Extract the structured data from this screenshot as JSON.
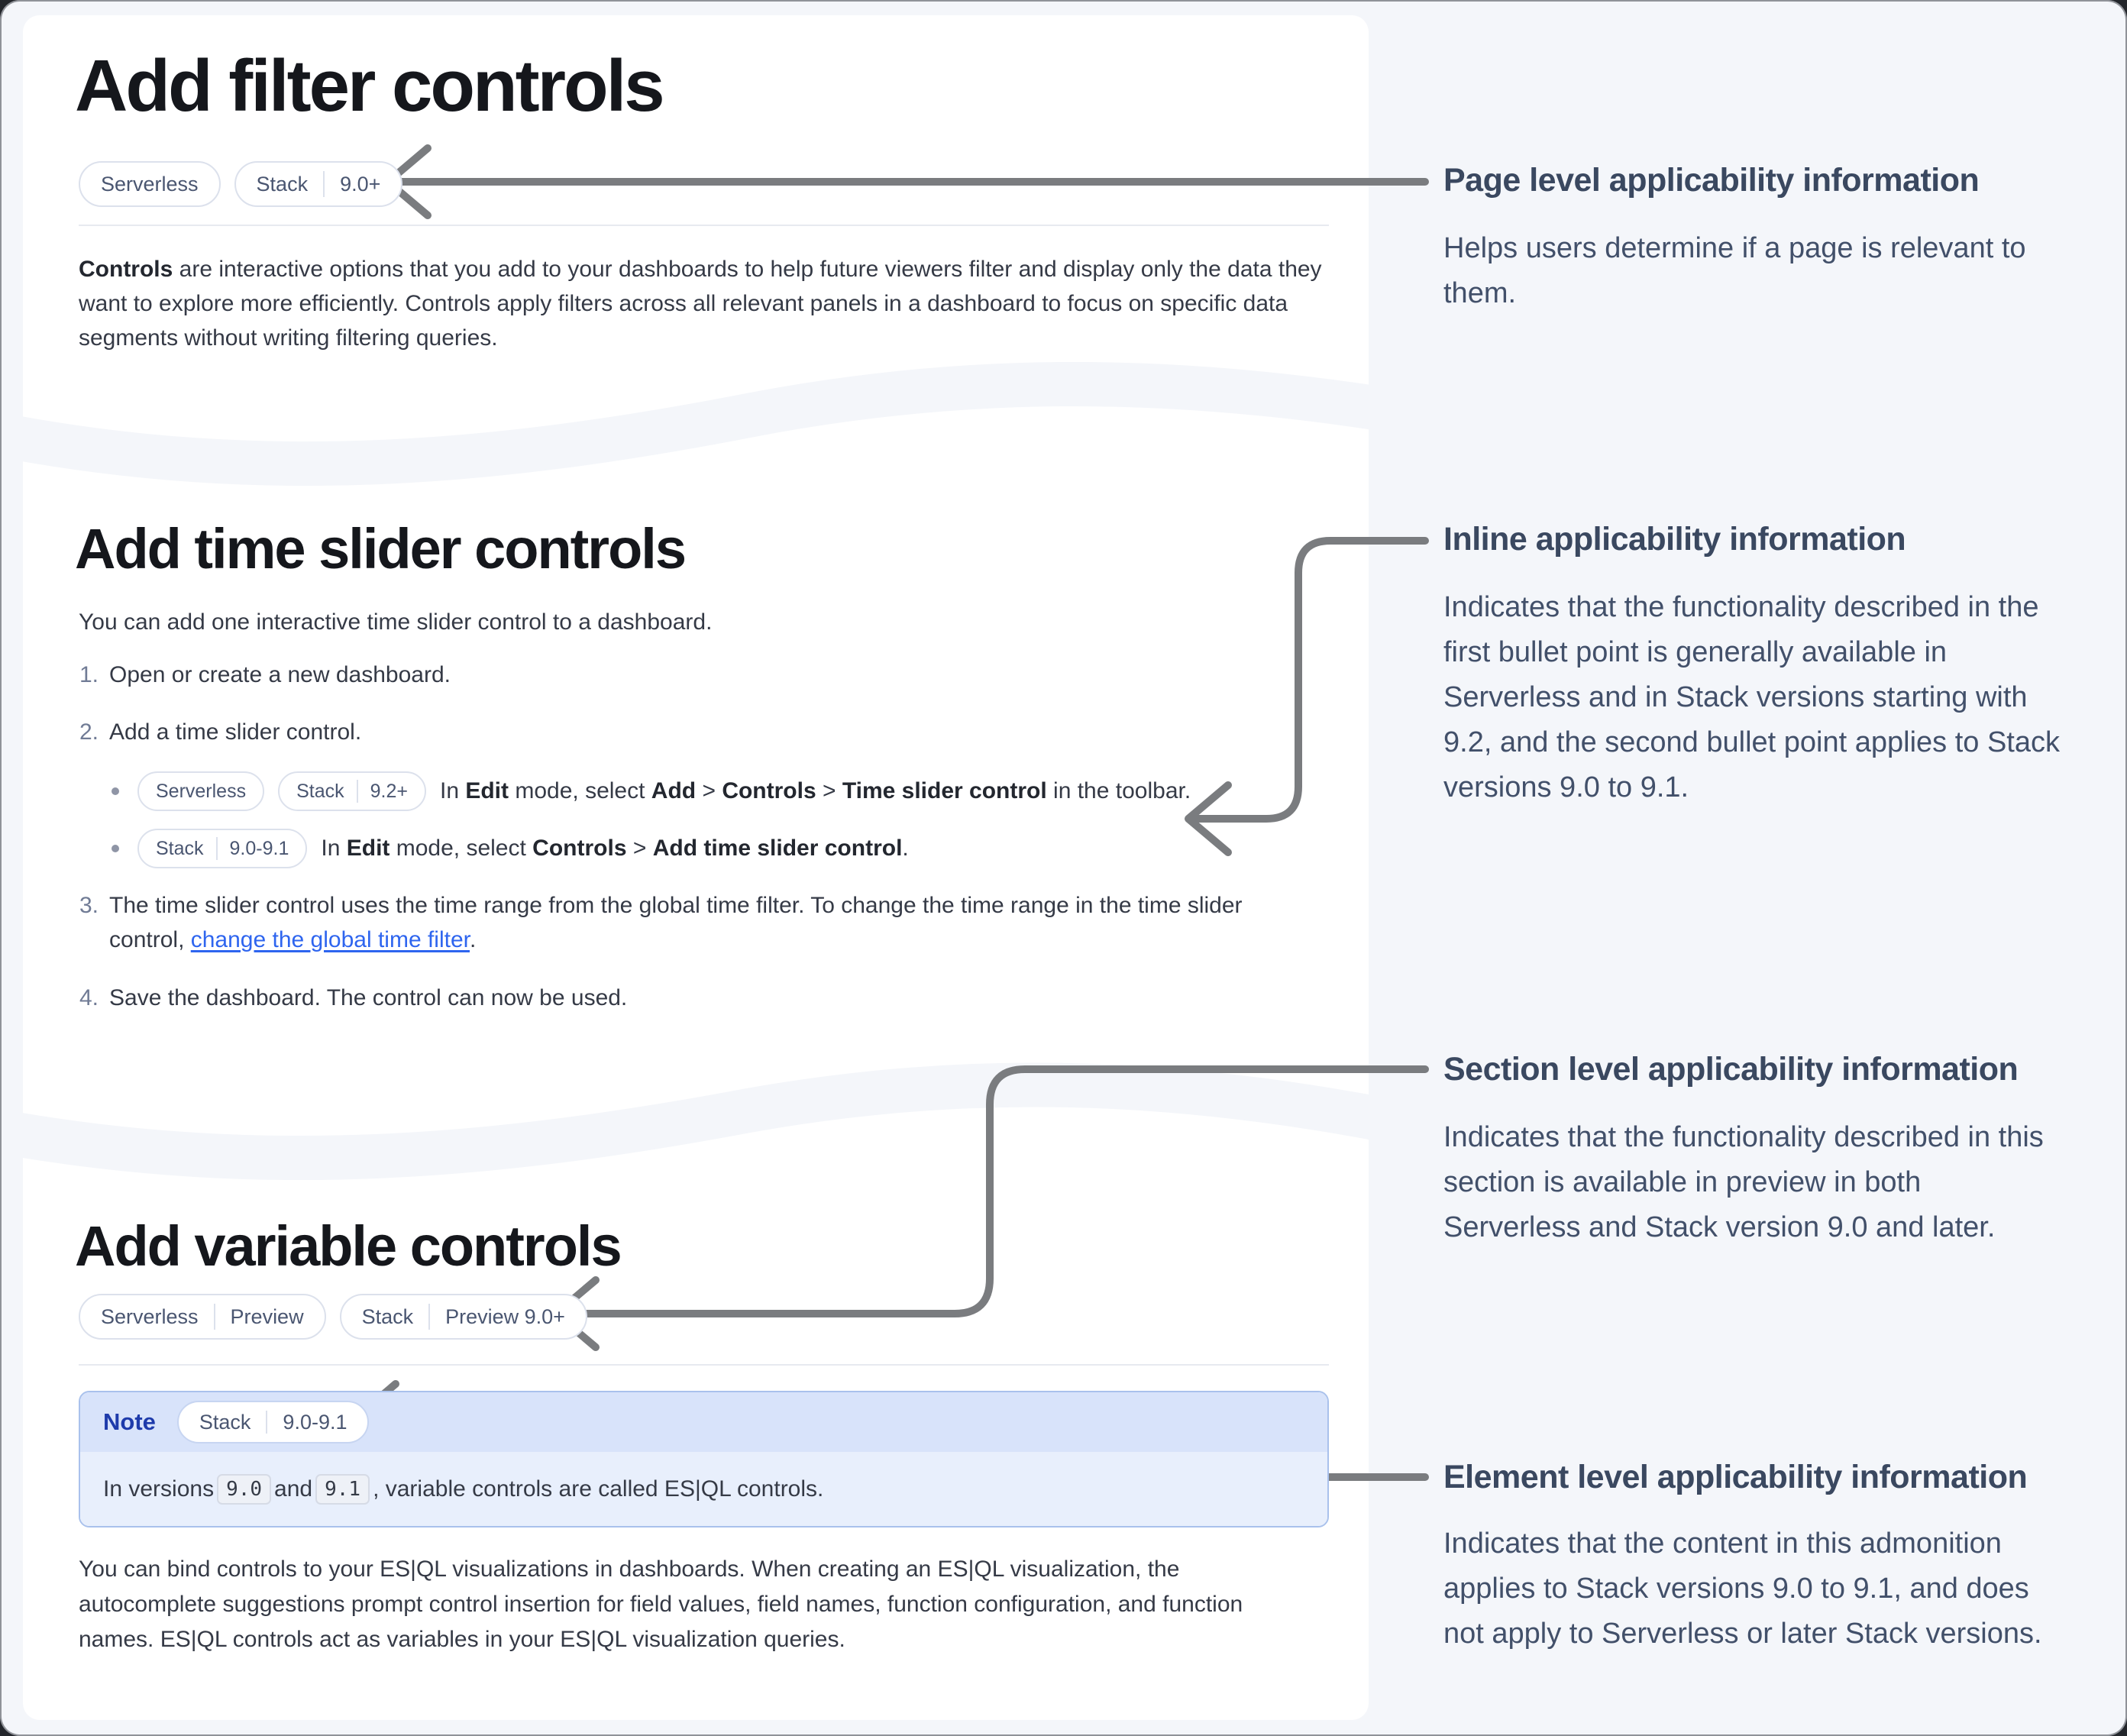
{
  "page": {
    "bg_color": "#f4f6fa",
    "card_color": "#ffffff",
    "arrow_color": "#7a7c7f",
    "link_color": "#2e65ef",
    "note_blue": "#1e3bab"
  },
  "section_filter": {
    "title": "Add filter controls",
    "badges": [
      {
        "parts": [
          "Serverless"
        ]
      },
      {
        "parts": [
          "Stack",
          "9.0+"
        ]
      }
    ],
    "paragraph": [
      {
        "t": "bold",
        "v": "Controls"
      },
      {
        "t": "text",
        "v": " are interactive options that you add to your dashboards to help future viewers filter and display only the data they want to explore more efficiently. Controls apply filters across all relevant panels in a dashboard to focus on specific data segments without writing filtering queries."
      }
    ]
  },
  "section_time_slider": {
    "title": "Add time slider controls",
    "intro": "You can add one interactive time slider control to a dashboard.",
    "steps": [
      {
        "num": "1.",
        "text": [
          {
            "t": "text",
            "v": "Open or create a new dashboard."
          }
        ]
      },
      {
        "num": "2.",
        "text": [
          {
            "t": "text",
            "v": "Add a time slider control."
          }
        ]
      },
      {
        "num": "3.",
        "text": [
          {
            "t": "text",
            "v": "The time slider control uses the time range from the global time filter. To change the time range in the time slider control, "
          },
          {
            "t": "link",
            "v": "change the global time filter"
          },
          {
            "t": "text",
            "v": "."
          }
        ]
      },
      {
        "num": "4.",
        "text": [
          {
            "t": "text",
            "v": "Save the dashboard. The control can now be used."
          }
        ]
      }
    ],
    "sub_bullets": [
      {
        "badges": [
          {
            "parts": [
              "Serverless"
            ]
          },
          {
            "parts": [
              "Stack",
              "9.2+"
            ]
          }
        ],
        "text": [
          {
            "t": "text",
            "v": "In "
          },
          {
            "t": "bold",
            "v": "Edit"
          },
          {
            "t": "text",
            "v": " mode, select "
          },
          {
            "t": "bold",
            "v": "Add"
          },
          {
            "t": "text",
            "v": " > "
          },
          {
            "t": "bold",
            "v": "Controls"
          },
          {
            "t": "text",
            "v": " > "
          },
          {
            "t": "bold",
            "v": "Time slider control"
          },
          {
            "t": "text",
            "v": " in the toolbar."
          }
        ]
      },
      {
        "badges": [
          {
            "parts": [
              "Stack",
              "9.0-9.1"
            ]
          }
        ],
        "text": [
          {
            "t": "text",
            "v": "In "
          },
          {
            "t": "bold",
            "v": "Edit"
          },
          {
            "t": "text",
            "v": " mode, select "
          },
          {
            "t": "bold",
            "v": "Controls"
          },
          {
            "t": "text",
            "v": " > "
          },
          {
            "t": "bold",
            "v": "Add time slider control"
          },
          {
            "t": "text",
            "v": "."
          }
        ]
      }
    ]
  },
  "section_variable": {
    "title": "Add variable controls",
    "badges": [
      {
        "parts": [
          "Serverless",
          "Preview"
        ]
      },
      {
        "parts": [
          "Stack",
          "Preview 9.0+"
        ]
      }
    ],
    "note": {
      "label": "Note",
      "badge": {
        "parts": [
          "Stack",
          "9.0-9.1"
        ]
      },
      "text": [
        {
          "t": "text",
          "v": "In versions "
        },
        {
          "t": "code",
          "v": "9.0"
        },
        {
          "t": "text",
          "v": " and "
        },
        {
          "t": "code",
          "v": "9.1"
        },
        {
          "t": "text",
          "v": ", variable controls are called ES|QL controls."
        }
      ]
    },
    "paragraph": [
      {
        "t": "text",
        "v": "You can bind controls to your ES|QL visualizations in dashboards. When creating an ES|QL visualization, the autocomplete suggestions prompt control insertion for field values, field names, function configuration, and function names. ES|QL controls act as variables in your ES|QL visualization queries."
      }
    ]
  },
  "annotations": [
    {
      "title": "Page level applicability information",
      "body": "Helps users determine if a page is relevant to them."
    },
    {
      "title": "Inline applicability information",
      "body": "Indicates that the functionality described in the first bullet point is generally available in Serverless and in Stack versions starting with 9.2, and the second bullet point applies to Stack versions 9.0 to 9.1."
    },
    {
      "title": "Section level applicability information",
      "body": "Indicates that the functionality described in this section is available in preview in both Serverless and Stack version 9.0 and later."
    },
    {
      "title": "Element level applicability information",
      "body": "Indicates that the content in this admonition applies to Stack versions 9.0 to 9.1, and does not apply to Serverless or later Stack versions."
    }
  ]
}
